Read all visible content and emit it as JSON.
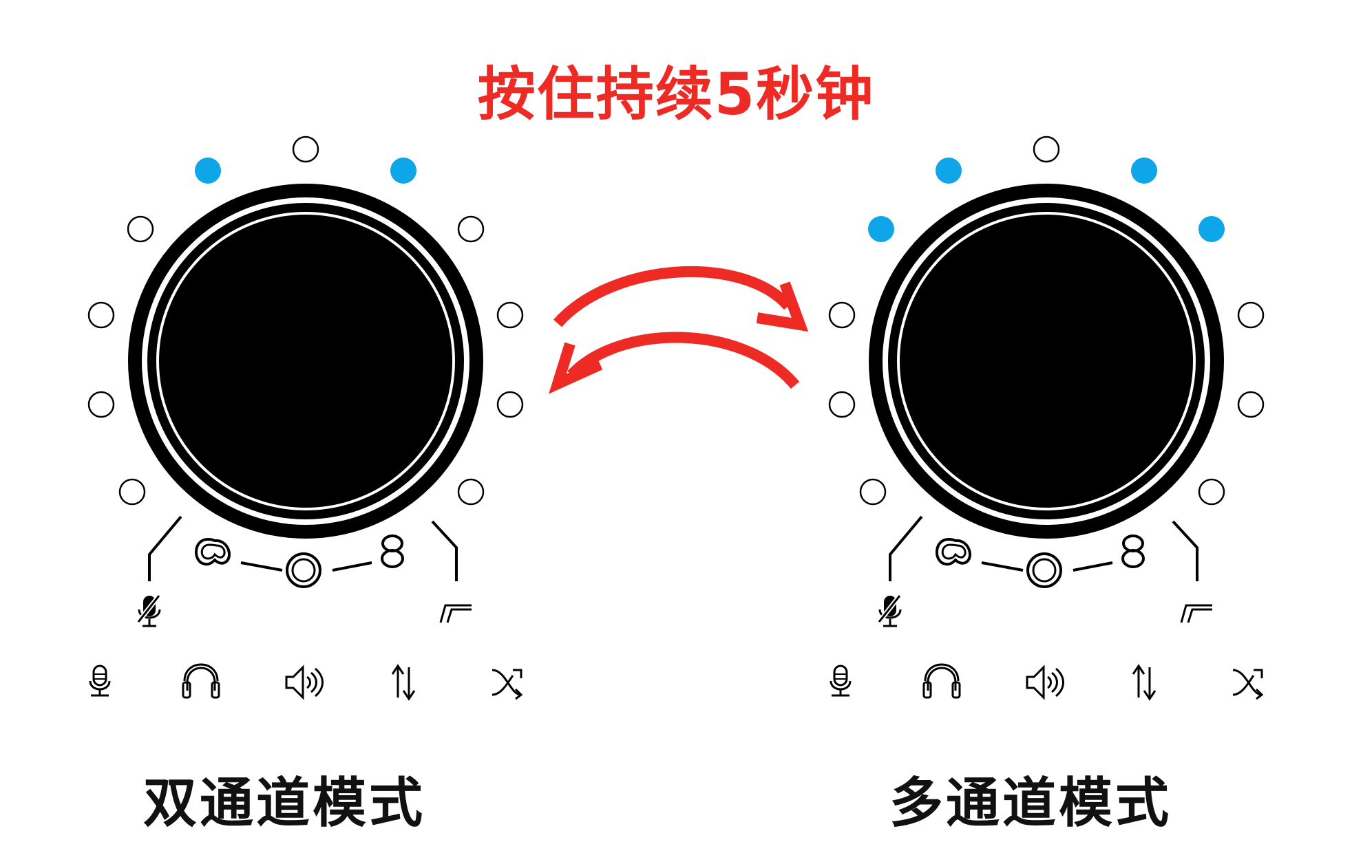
{
  "title": "按住持续5秒钟",
  "colors": {
    "title": "#ee2a24",
    "arrow": "#ee2a24",
    "led_on": "#0ea5e9",
    "led_off": "#ffffff",
    "knob": "#000000"
  },
  "dials": [
    {
      "label": "双通道模式",
      "led_states": [
        "off",
        "off",
        "off",
        "off",
        "on",
        "off",
        "on",
        "off",
        "off",
        "off",
        "off",
        "off"
      ]
    },
    {
      "label": "多通道模式",
      "led_states": [
        "off",
        "off",
        "off",
        "on",
        "on",
        "off",
        "on",
        "on",
        "off",
        "off",
        "off",
        "off"
      ]
    }
  ],
  "icons": {
    "mute": "mic-mute-icon",
    "pattern_cardioid": "cardioid-icon",
    "pattern_omni": "omni-icon",
    "pattern_figure8": "figure8-icon",
    "highpass": "highpass-icon",
    "bottom_row": [
      "mic-icon",
      "headphones-icon",
      "speaker-icon",
      "swap-arrows-icon",
      "shuffle-icon"
    ]
  }
}
